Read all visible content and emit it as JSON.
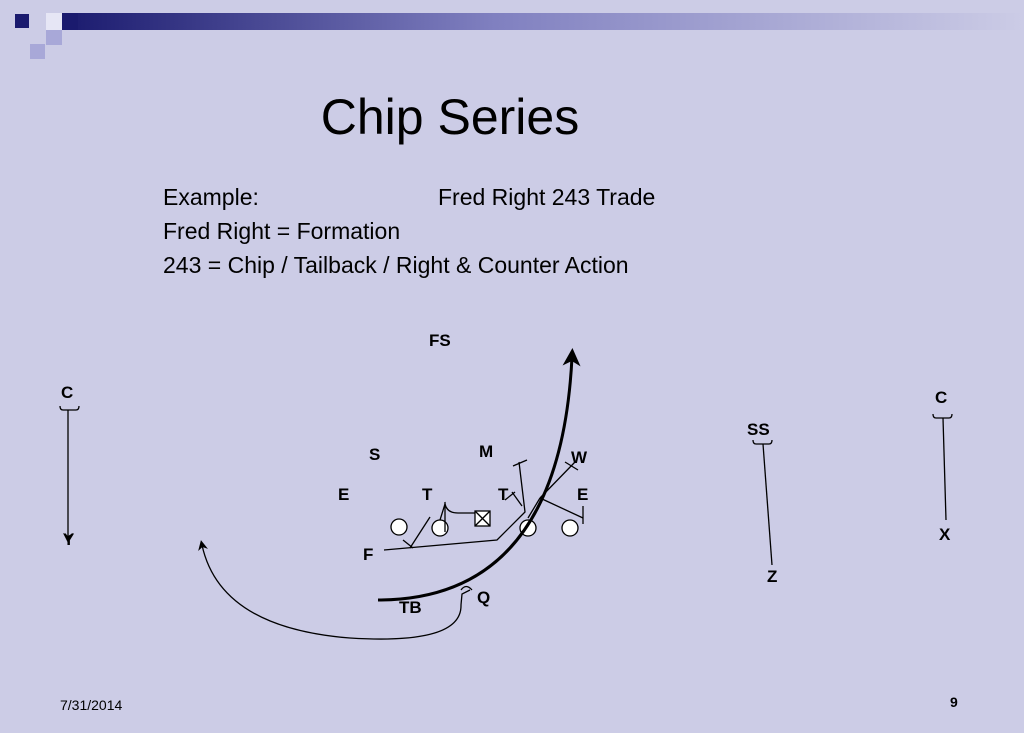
{
  "slide": {
    "title": "Chip Series",
    "lines": {
      "line1_left": "Example:",
      "line1_right": "Fred Right 243 Trade",
      "line2": "Fred Right = Formation",
      "line3": "243 = Chip / Tailback / Right & Counter Action"
    },
    "footer_date": "7/31/2014",
    "page_number": "9"
  },
  "diagram": {
    "labels": {
      "fs": "FS",
      "c_left": "C",
      "c_right": "C",
      "ss": "SS",
      "s": "S",
      "m": "M",
      "w": "W",
      "e_left": "E",
      "t_left": "T",
      "t_right": "T",
      "e_right": "E",
      "y": "Y",
      "x": "X",
      "f": "F",
      "z": "Z",
      "q": "Q",
      "tb": "TB"
    }
  },
  "colors": {
    "background": "#cccce6",
    "header_dark": "#1a1a6e",
    "header_mid": "#6666b0"
  }
}
